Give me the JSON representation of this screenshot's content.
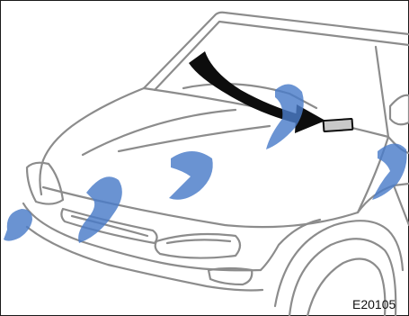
{
  "figure": {
    "code": "E20105",
    "watermark_glyphs": [
      "ﺭ",
      "ﺩ",
      "ﻭ",
      "ﺩ",
      "ﺭ"
    ],
    "colors": {
      "line_art": "#8c8c8c",
      "arrow": "#0d0d0d",
      "watermark": "#4a7cc9",
      "frame": "#1a1a1a",
      "background": "#ffffff"
    }
  }
}
